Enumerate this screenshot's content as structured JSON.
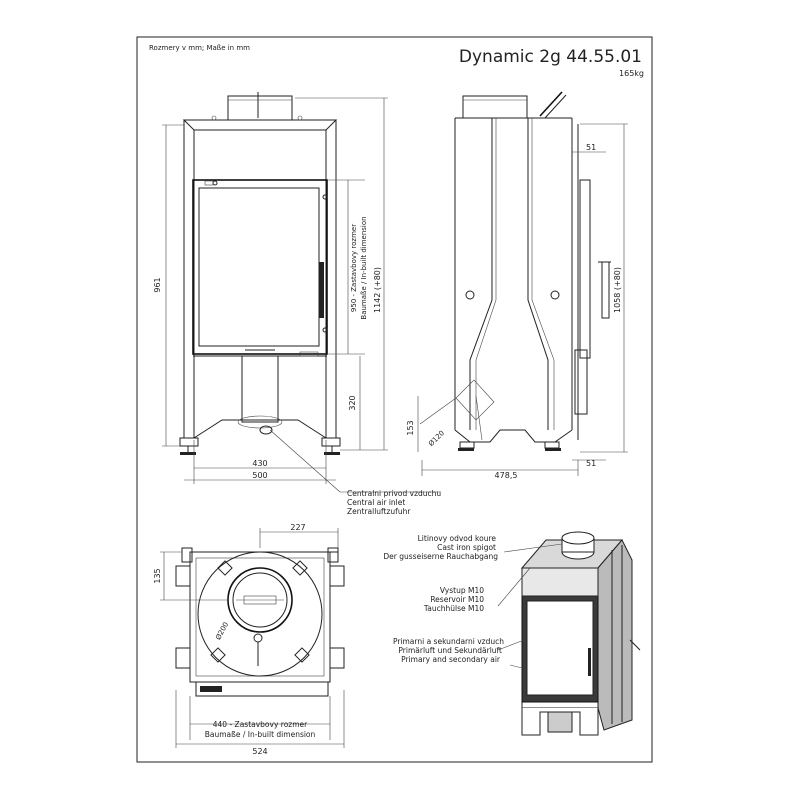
{
  "header": {
    "units_note": "Rozmery v mm; Maße in mm",
    "model": "Dynamic 2g 44.55.01",
    "weight": "165kg"
  },
  "front_view": {
    "height_total": "961",
    "height_base": "320",
    "vertical_dim_line1": "950 - Zastavbovy rozmer",
    "vertical_dim_line2": "Baumaße / In-built dimension",
    "vertical_dim_line3": "1142 (+80)",
    "width_inner": "430",
    "width_outer": "500"
  },
  "side_view": {
    "top_offset": "51",
    "bottom_offset": "51",
    "height": "1058 (+80)",
    "depth": "478,5",
    "inlet_height": "153",
    "inlet_diameter": "Ø120"
  },
  "central_air": {
    "line1": "Centralni privod vzduchu",
    "line2": "Central air inlet",
    "line3": "Zentralluftzufuhr"
  },
  "top_view": {
    "offset_x": "227",
    "offset_y": "135",
    "diameter": "Ø200",
    "builtin_line1": "440 - Zastavbovy rozmer",
    "builtin_line2": "Baumaße / In-built dimension",
    "width": "524"
  },
  "spigot": {
    "line1": "Litinovy odvod koure",
    "line2": "Cast iron spigot",
    "line3": "Der gusseiserne Rauchabgang"
  },
  "outlet": {
    "line1": "Vystup M10",
    "line2": "Reservoir M10",
    "line3": "Tauchhülse M10"
  },
  "primary_air": {
    "line1": "Primarni a sekundarni vzduch",
    "line2": "Primärluft und Sekundärluft",
    "line3": "Primary and secondary air"
  }
}
